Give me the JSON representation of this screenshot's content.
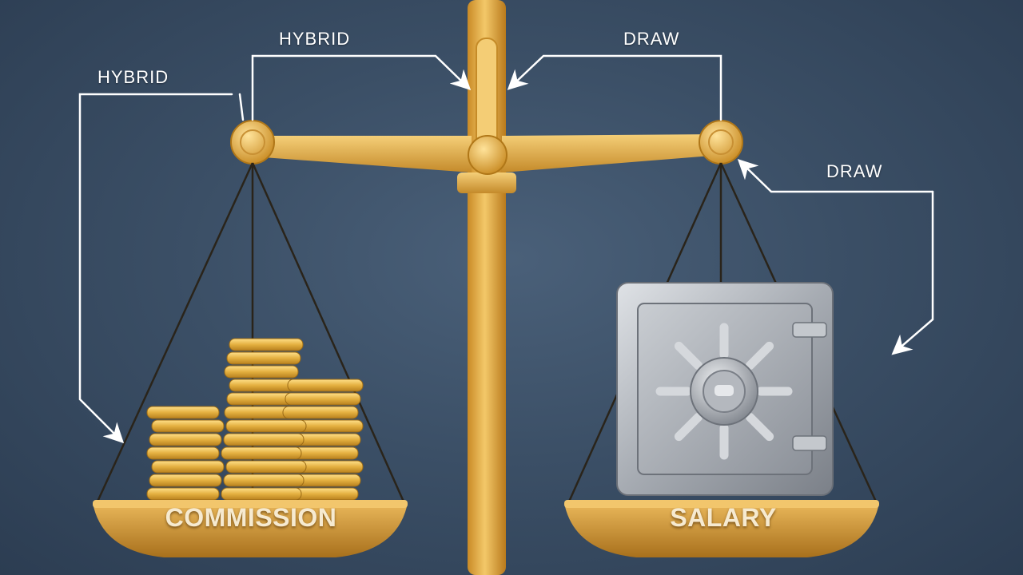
{
  "labels": {
    "hybrid_left": "HYBRID",
    "hybrid_top": "HYBRID",
    "draw_top": "DRAW",
    "draw_right": "DRAW"
  },
  "pans": {
    "left": "COMMISSION",
    "right": "SALARY"
  },
  "colors": {
    "background": "#3b4f66",
    "gold": "#e8b24a",
    "steel": "#a9aeb4",
    "arrow": "#ffffff"
  }
}
